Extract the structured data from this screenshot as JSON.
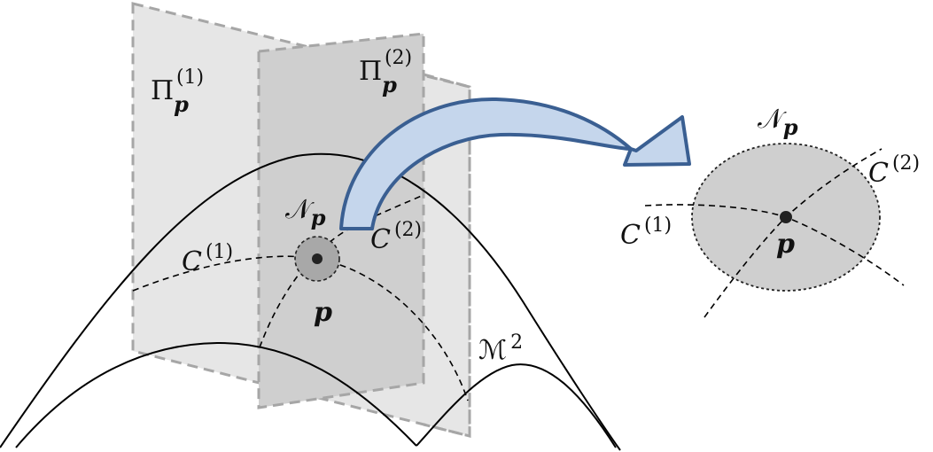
{
  "labels": {
    "pi_base": "Π",
    "sub_p": "p",
    "sup_1": "(1)",
    "sup_2": "(2)",
    "n_base": "𝒩",
    "c_base": "C",
    "p_point": "p",
    "m_base": "ℳ",
    "m_sup": "2"
  },
  "colors": {
    "plane_fill": "#e6e6e6",
    "plane_overlap": "#cfcfcf",
    "plane_dash": "#a6a6a6",
    "neighborhood_fill": "#c8c8c8",
    "arrow_fill": "#c5d6ec",
    "arrow_stroke": "#3a5f92"
  }
}
